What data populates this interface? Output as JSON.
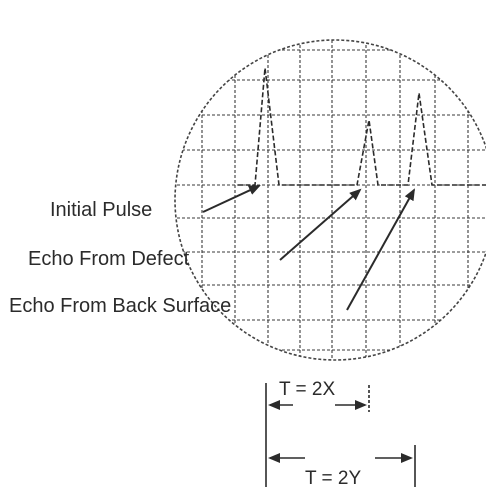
{
  "labels": {
    "initial_pulse": "Initial Pulse",
    "echo_defect": "Echo From Defect",
    "echo_back": "Echo From Back Surface"
  },
  "timing": {
    "t_defect": "T = 2X",
    "t_back": "T = 2Y"
  },
  "colors": {
    "ink": "#2b2b2b",
    "grid": "#3a3a3a",
    "background": "#ffffff"
  }
}
